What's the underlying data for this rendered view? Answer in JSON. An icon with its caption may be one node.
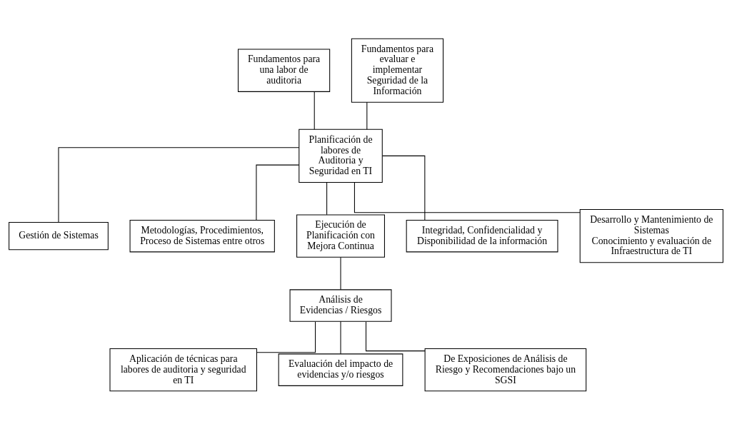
{
  "diagram": {
    "nodes": [
      {
        "text": [
          "Fundamentos para una labor de auditoria"
        ]
      },
      {
        "text": [
          "Planificación de labores de Auditoria y Seguridad en TI"
        ]
      },
      {
        "text": [
          "Gestión de Sistemas"
        ]
      },
      {
        "text": [
          "Fundamentos para evaluar e implementar Seguridad de la Información"
        ]
      },
      {
        "text": [
          "Metodologías, Procedimientos, Proceso de Sistemas entre otros"
        ]
      },
      {
        "text": [
          "Ejecución de Planificación con Mejora Continua"
        ]
      },
      {
        "text": [
          "Integridad, Confidencialidad y Disponibilidad de la información"
        ]
      },
      {
        "text": [
          "Desarrollo y Mantenimiento de Sistemas",
          "Conocimiento y evaluación de Infraestructura de TI"
        ]
      },
      {
        "text": [
          "Análisis de Evidencias / Riesgos"
        ]
      },
      {
        "text": [
          "Aplicación de técnicas para labores de auditoria y seguridad en TI"
        ]
      },
      {
        "text": [
          "Evaluación del impacto de evidencias y/o riesgos"
        ]
      },
      {
        "text": [
          "De Exposiciones de Análisis de Riesgo y Recomendaciones bajo un SGSI"
        ]
      }
    ],
    "edges": [
      {
        "from": 0,
        "to": 1,
        "arrow": "none"
      },
      {
        "from": 3,
        "to": 1,
        "arrow": "none"
      },
      {
        "from": 1,
        "to": 2,
        "arrow": "none"
      },
      {
        "from": 1,
        "to": 4,
        "arrow": "none"
      },
      {
        "from": 1,
        "to": 6,
        "arrow": "none"
      },
      {
        "from": 1,
        "to": 7,
        "arrow": "none"
      },
      {
        "from": 1,
        "to": 5,
        "arrow": "none"
      },
      {
        "from": 5,
        "to": 8,
        "arrow": "none"
      },
      {
        "from": 8,
        "to": 9,
        "arrow": "none"
      },
      {
        "from": 8,
        "to": 10,
        "arrow": "none"
      },
      {
        "from": 8,
        "to": 11,
        "arrow": "none"
      }
    ]
  }
}
